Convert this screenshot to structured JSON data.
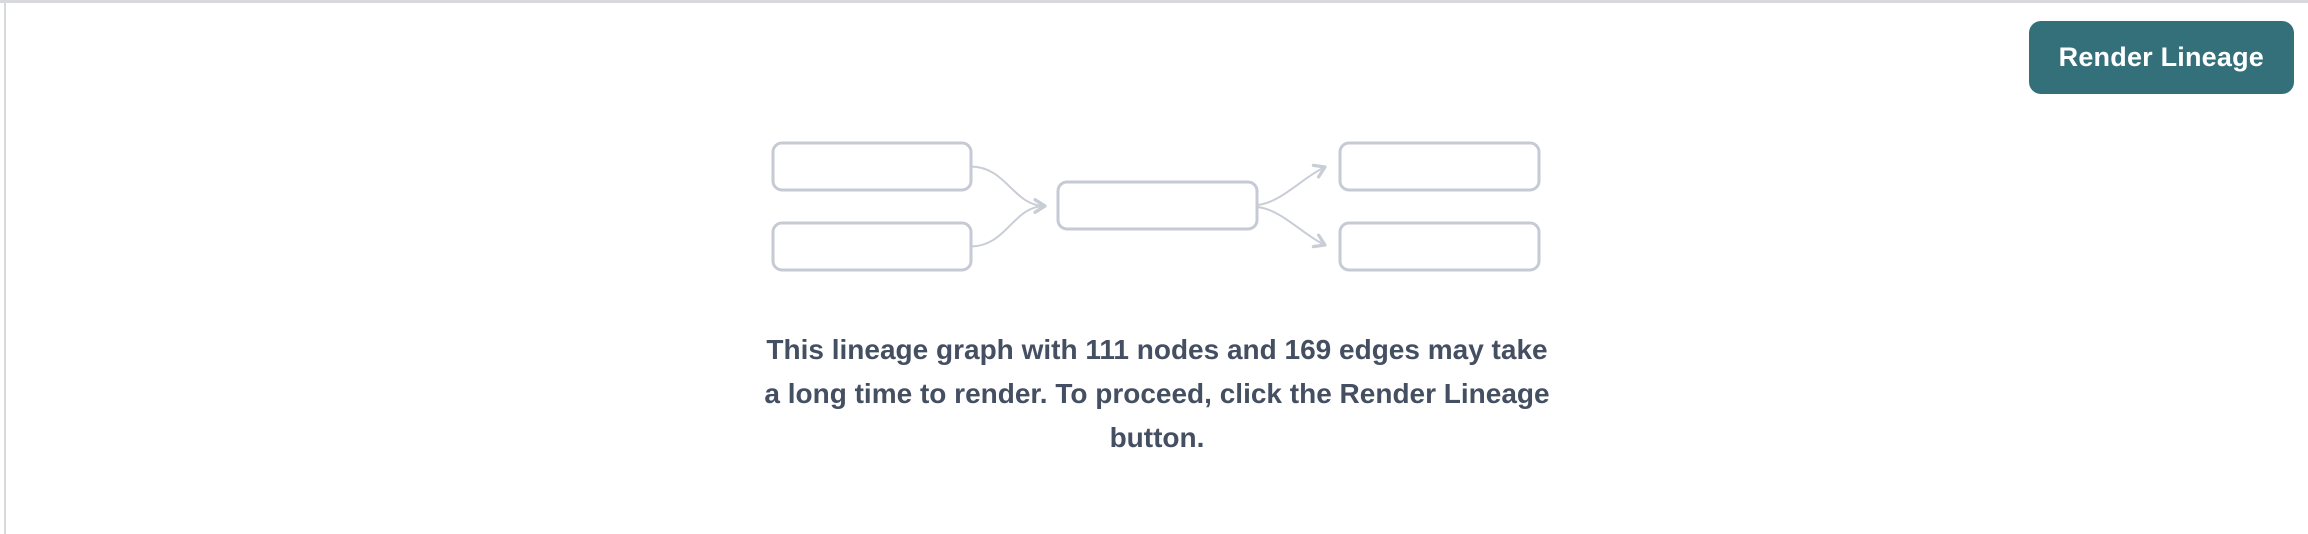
{
  "header": {
    "render_button_label": "Render Lineage"
  },
  "lineage_preview": {
    "type": "placeholder-graph",
    "left_nodes": 2,
    "center_nodes": 1,
    "right_nodes": 2,
    "edge_count_drawn": 4
  },
  "stats": {
    "node_count": 111,
    "edge_count": 169
  },
  "message": {
    "lines": [
      "This lineage graph with 111 nodes and 169 edges may take",
      "a long time to render. To proceed, click the Render Lineage",
      "button."
    ]
  },
  "colors": {
    "button_bg": "#34707a",
    "button_text": "#ffffff",
    "node_border": "#c5cad4",
    "edge": "#c9cdd6",
    "message_text": "#454f62",
    "divider": "#d8d9dc"
  }
}
